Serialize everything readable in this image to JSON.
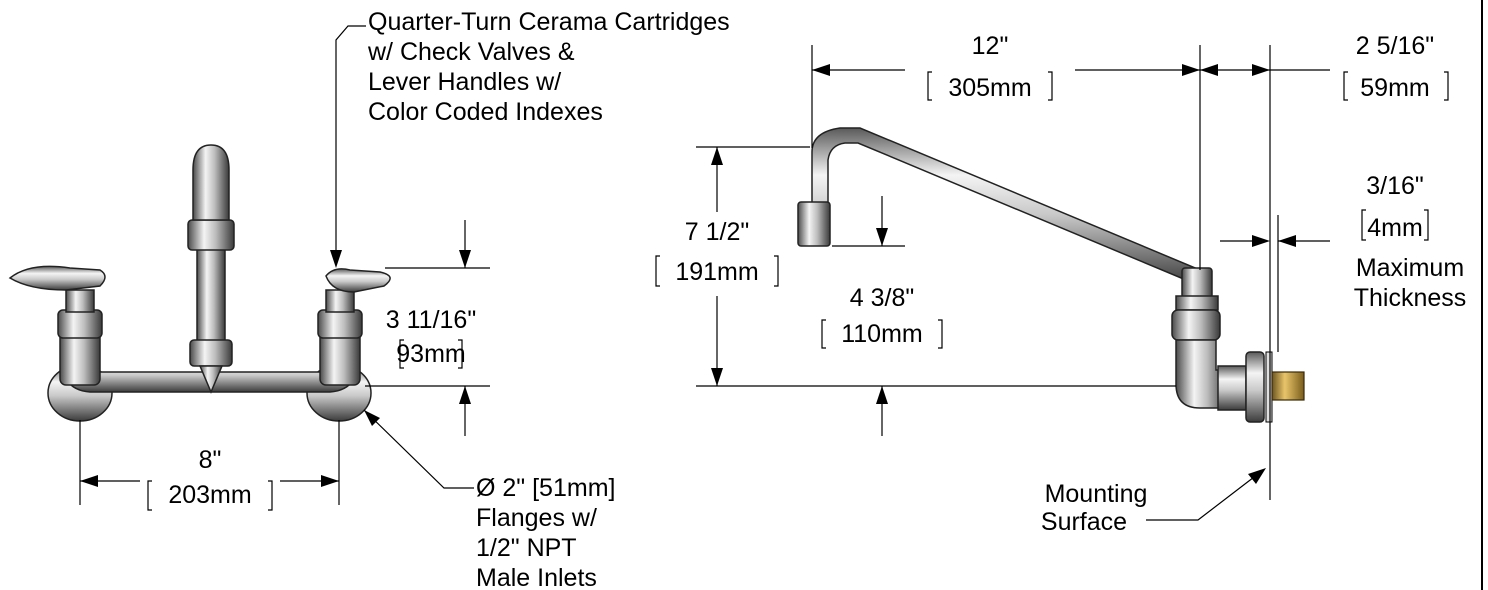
{
  "front_view": {
    "cartridge_callout": [
      "Quarter-Turn Cerama Cartridges",
      "w/ Check Valves &",
      "Lever Handles w/",
      "Color Coded Indexes"
    ],
    "height_in": "3 11/16\"",
    "height_mm": "93mm",
    "center_in": "8\"",
    "center_mm": "203mm",
    "flange_callout": [
      "Ø 2\" [51mm]",
      "Flanges w/",
      "1/2\" NPT",
      "Male Inlets"
    ]
  },
  "side_view": {
    "spout_reach_in": "12\"",
    "spout_reach_mm": "305mm",
    "offset_in": "2 5/16\"",
    "offset_mm": "59mm",
    "overall_height_in": "7 1/2\"",
    "overall_height_mm": "191mm",
    "outlet_height_in": "4 3/8\"",
    "outlet_height_mm": "110mm",
    "thickness_in": "3/16\"",
    "thickness_mm": "4mm",
    "thickness_label": [
      "Maximum",
      "Thickness"
    ],
    "mounting_label": [
      "Mounting",
      "Surface"
    ]
  }
}
